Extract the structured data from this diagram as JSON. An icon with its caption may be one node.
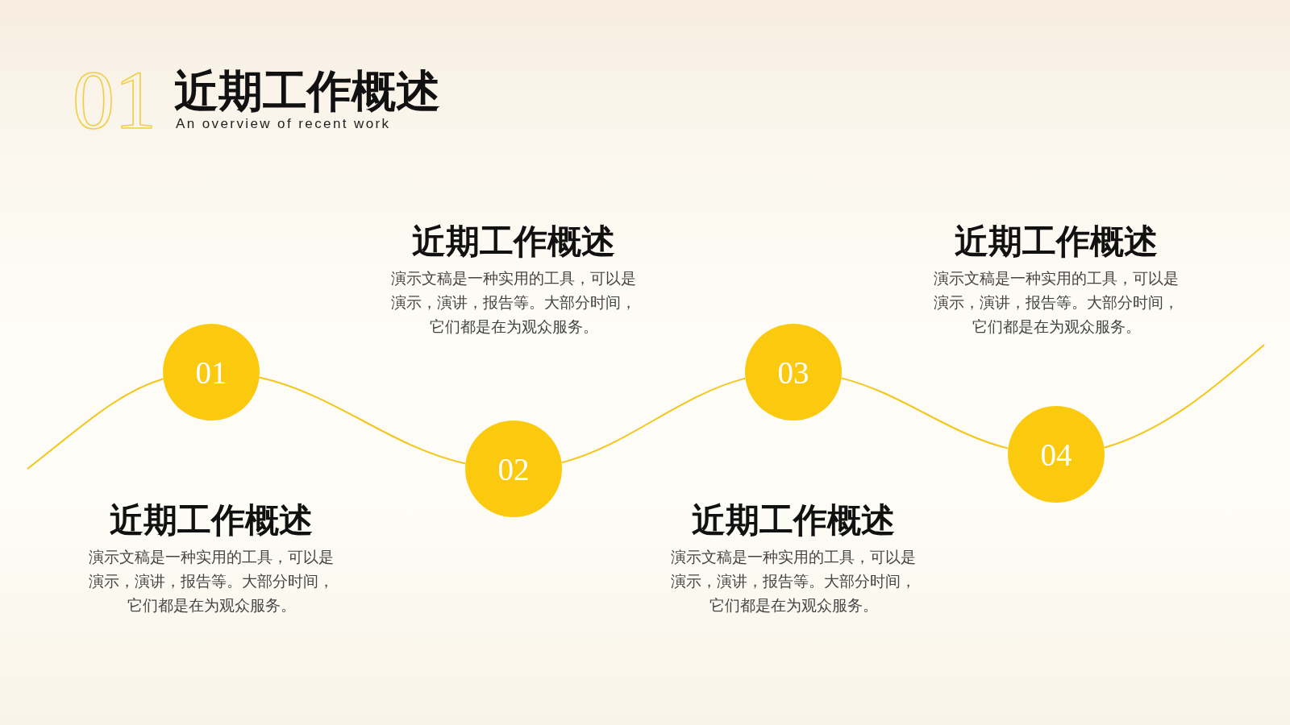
{
  "diagram": {
    "title": "近期工作概述",
    "nodes": [
      {
        "text": [
          "01"
        ],
        "beside": [
          "近期工作概述",
          "演示文稿是一种实用的工具，可以是演示，演讲，报告等。大部分时间，它们都是在为观众服务。"
        ]
      },
      {
        "text": [
          "02"
        ],
        "beside": [
          "近期工作概述",
          "演示文稿是一种实用的工具，可以是演示，演讲，报告等。大部分时间，它们都是在为观众服务。"
        ]
      },
      {
        "text": [
          "03"
        ],
        "beside": [
          "近期工作概述",
          "演示文稿是一种实用的工具，可以是演示，演讲，报告等。大部分时间，它们都是在为观众服务。"
        ]
      },
      {
        "text": [
          "04"
        ],
        "beside": [
          "近期工作概述",
          "演示文稿是一种实用的工具，可以是演示，演讲，报告等。大部分时间，它们都是在为观众服务。"
        ]
      }
    ],
    "edges": [
      {
        "from": null,
        "to": 0,
        "arrow": "none"
      },
      {
        "from": 0,
        "to": 1,
        "arrow": "none"
      },
      {
        "from": 1,
        "to": 2,
        "arrow": "none"
      },
      {
        "from": 2,
        "to": 3,
        "arrow": "none"
      },
      {
        "from": 3,
        "to": null,
        "arrow": "none"
      }
    ],
    "labels": [
      "01",
      "An overview of recent work"
    ]
  }
}
